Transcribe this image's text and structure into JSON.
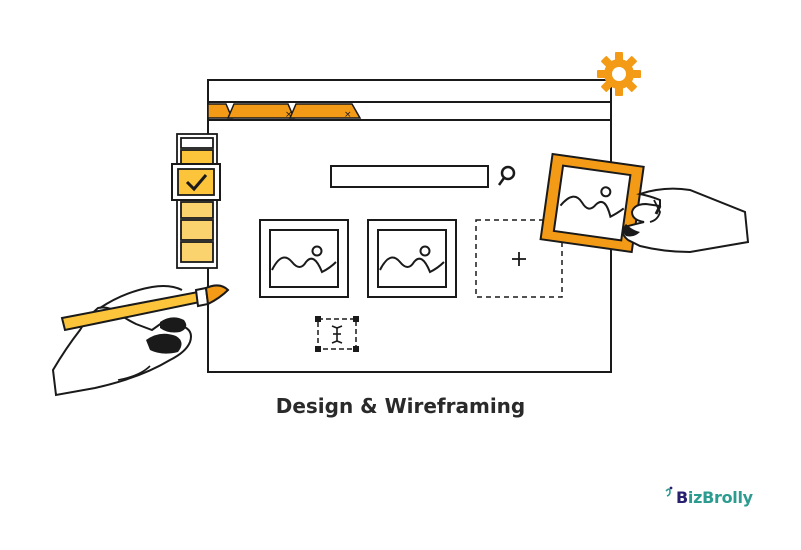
{
  "caption": "Design & Wireframing",
  "logo": {
    "b_letter": "B",
    "rest": "izBrolly"
  },
  "colors": {
    "accent": "#f39b16",
    "accent_light": "#fbd36e",
    "stroke": "#1a1a1a",
    "logo_teal": "#2b9c8f",
    "logo_navy": "#26206e"
  },
  "icons": [
    "gear-icon",
    "search-icon",
    "image-placeholder-icon",
    "plus-icon",
    "text-cursor-icon",
    "checkbox-icon",
    "paintbrush-icon"
  ]
}
